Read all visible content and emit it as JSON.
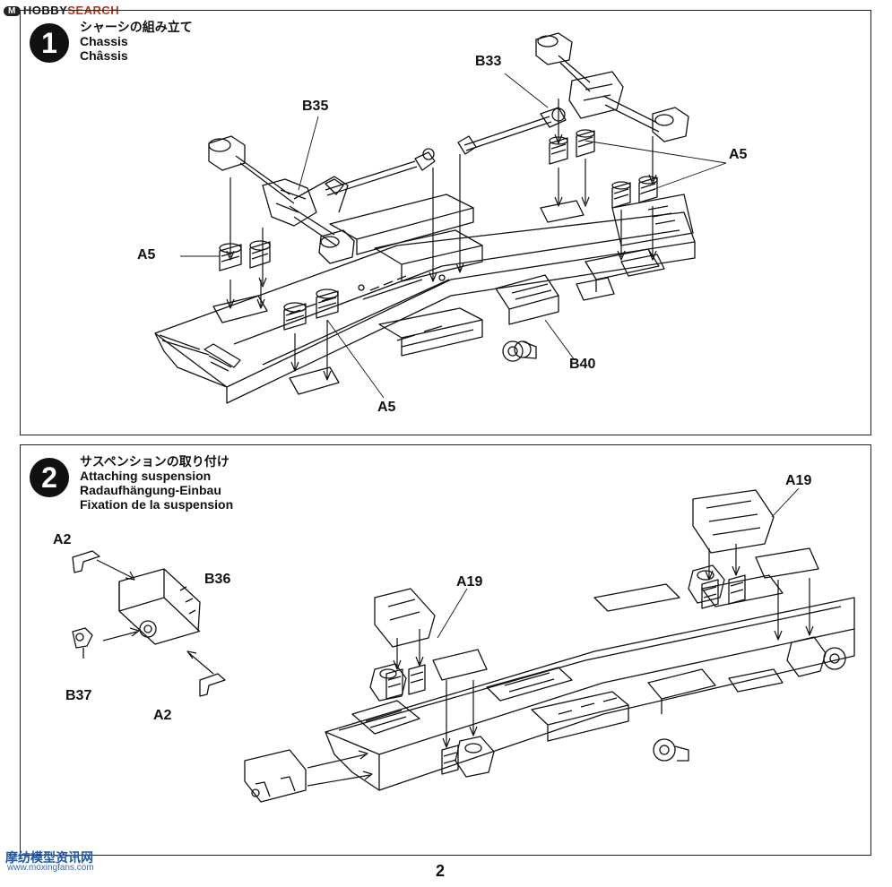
{
  "watermarks": {
    "top_logo": "M",
    "top_brand": "HOBBY",
    "top_site": "SEARCH",
    "bottom_cn": "摩纺模型资讯网",
    "bottom_url": "www.moxingfans.com"
  },
  "step1": {
    "number": "1",
    "title_ja": "シャーシの組み立て",
    "title_en": "Chassis",
    "title_fr": "Châssis",
    "labels": {
      "b35": "B35",
      "b33": "B33",
      "a5_left": "A5",
      "a5_right": "A5",
      "a5_bottom": "A5",
      "b40": "B40"
    }
  },
  "step2": {
    "number": "2",
    "title_ja": "サスペンションの取り付け",
    "title_en": "Attaching suspension",
    "title_de": "Radaufhängung-Einbau",
    "title_fr": "Fixation de la suspension",
    "labels": {
      "a2_top": "A2",
      "b36": "B36",
      "b37": "B37",
      "a2_bottom": "A2",
      "a19_mid": "A19",
      "a19_right": "A19"
    }
  },
  "page_number": "2"
}
